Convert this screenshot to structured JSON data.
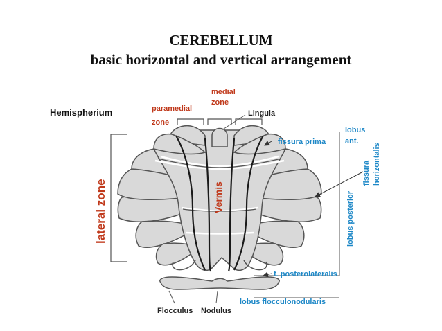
{
  "title": "CEREBELLUM",
  "subtitle": "basic horizontal and vertical arrangement",
  "colors": {
    "red": "#c0391b",
    "blue": "#1e88c7",
    "fill": "#d9d9d9",
    "stroke": "#555555"
  },
  "labels": {
    "medial_zone_1": "medial",
    "medial_zone_2": "zone",
    "paramedial_zone_1": "paramedial",
    "paramedial_zone_2": "zone",
    "hemispherium": "Hemispherium",
    "lingula": "Lingula",
    "fissura_prima": "fissura prima",
    "lobus_ant_1": "lobus",
    "lobus_ant_2": "ant.",
    "fissura_horizontalis_1": "fissura",
    "fissura_horizontalis_2": "horizontalis",
    "lateral_zone": "lateral zone",
    "vermis": "Vermis",
    "lobus_posterior": "lobus posterior",
    "f_posterolateralis": "f. posterolateralis",
    "lobus_flocculonodularis": "lobus flocculonodularis",
    "flocculus": "Flocculus",
    "nodulus": "Nodulus"
  }
}
